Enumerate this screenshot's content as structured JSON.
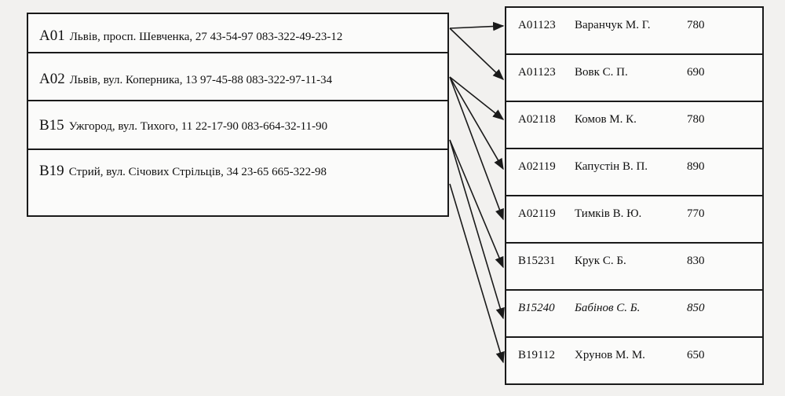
{
  "departments": [
    {
      "code": "A01",
      "info": "Львів, просп. Шевченка, 27  43-54-97  083-322-49-23-12"
    },
    {
      "code": "A02",
      "info": "Львів, вул. Коперника, 13  97-45-88  083-322-97-11-34"
    },
    {
      "code": "B15",
      "info": "Ужгород, вул. Тихого, 11  22-17-90  083-664-32-11-90"
    },
    {
      "code": "B19",
      "info": "Стрий, вул. Січових Стрільців, 34  23-65  665-322-98"
    }
  ],
  "employees": [
    {
      "code": "A01123",
      "name": "Варанчук  М. Г.",
      "value": "780"
    },
    {
      "code": "A01123",
      "name": "Вовк С. П.",
      "value": "690"
    },
    {
      "code": "A02118",
      "name": "Комов М. К.",
      "value": "780"
    },
    {
      "code": "A02119",
      "name": "Капустін В. П.",
      "value": "890"
    },
    {
      "code": "A02119",
      "name": "Тимків В. Ю.",
      "value": "770"
    },
    {
      "code": "B15231",
      "name": "Крук  С. Б.",
      "value": "830"
    },
    {
      "code": "B15240",
      "name": "Бабінов С. Б.",
      "value": "850"
    },
    {
      "code": "B19112",
      "name": "Хрунов М. М.",
      "value": "650"
    }
  ],
  "links": [
    [
      0,
      0
    ],
    [
      0,
      1
    ],
    [
      1,
      2
    ],
    [
      1,
      3
    ],
    [
      1,
      4
    ],
    [
      2,
      5
    ],
    [
      2,
      6
    ],
    [
      3,
      7
    ]
  ]
}
